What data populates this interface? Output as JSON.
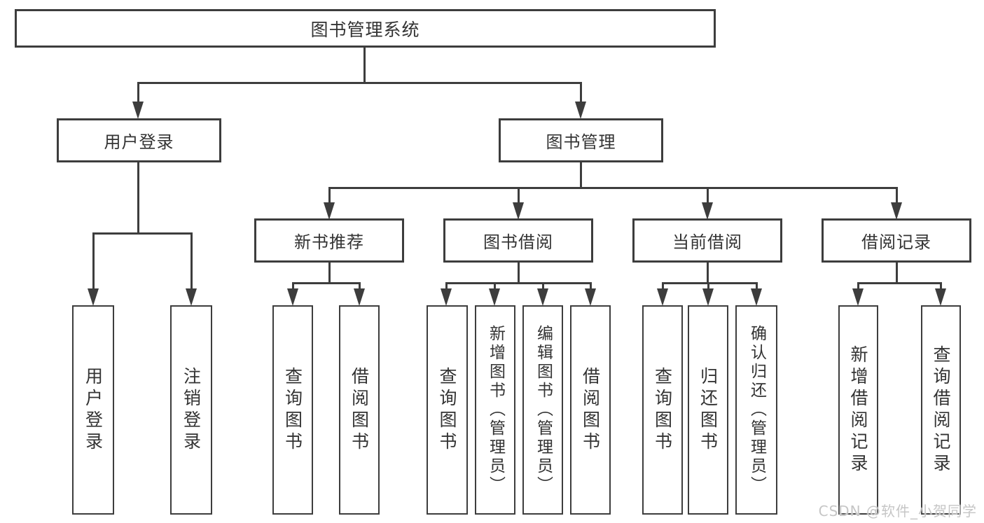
{
  "diagram": {
    "root": {
      "label": "图书管理系统"
    },
    "level2": {
      "user_login": {
        "label": "用户登录"
      },
      "book_management": {
        "label": "图书管理"
      }
    },
    "level3": {
      "new_books": {
        "label": "新书推荐"
      },
      "book_borrowing": {
        "label": "图书借阅"
      },
      "current_borrowing": {
        "label": "当前借阅"
      },
      "borrowing_records": {
        "label": "借阅记录"
      }
    },
    "leaves": {
      "user_login_leaf": {
        "label": "用户登录"
      },
      "logout": {
        "label": "注销登录"
      },
      "nb_query_books": {
        "label": "查询图书"
      },
      "nb_borrow_books": {
        "label": "借阅图书"
      },
      "bb_query_books": {
        "label": "查询图书"
      },
      "bb_add_books": {
        "label": "新增图书（管理员）"
      },
      "bb_edit_books": {
        "label": "编辑图书（管理员）"
      },
      "bb_borrow_books": {
        "label": "借阅图书"
      },
      "cb_query_books": {
        "label": "查询图书"
      },
      "cb_return_books": {
        "label": "归还图书"
      },
      "cb_confirm_return": {
        "label": "确认归还（管理员）"
      },
      "br_add_record": {
        "label": "新增借阅记录"
      },
      "br_query_record": {
        "label": "查询借阅记录"
      }
    }
  },
  "watermark": {
    "text": "CSDN @软件_小贺同学"
  },
  "colors": {
    "line": "#3d3d3d",
    "text": "#333333",
    "background": "#ffffff",
    "watermark_text": "#c6c6c6"
  }
}
